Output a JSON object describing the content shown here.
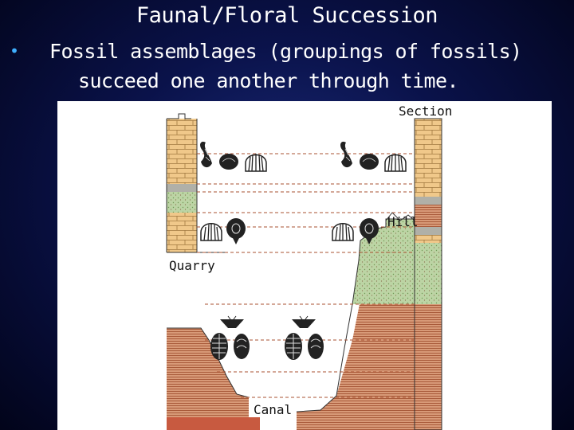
{
  "slide": {
    "title": "Faunal/Floral Succession",
    "bullet_symbol": "•",
    "bullet_line1": "Fossil assemblages (groupings of fossils)",
    "bullet_line2": "succeed one another through time."
  },
  "diagram": {
    "labels": {
      "section": "Section",
      "hill": "Hill",
      "quarry": "Quarry",
      "canal": "Canal"
    }
  },
  "colors": {
    "background_center": "#1a2a78",
    "background_edge": "#02041a",
    "bullet": "#3fb0ff",
    "title_text": "#ffffff",
    "limestone": "#f0c88a",
    "shale_green": "#bcd4a4",
    "sandstone_red": "#c87a5a",
    "canal_water": "#c85a40"
  }
}
